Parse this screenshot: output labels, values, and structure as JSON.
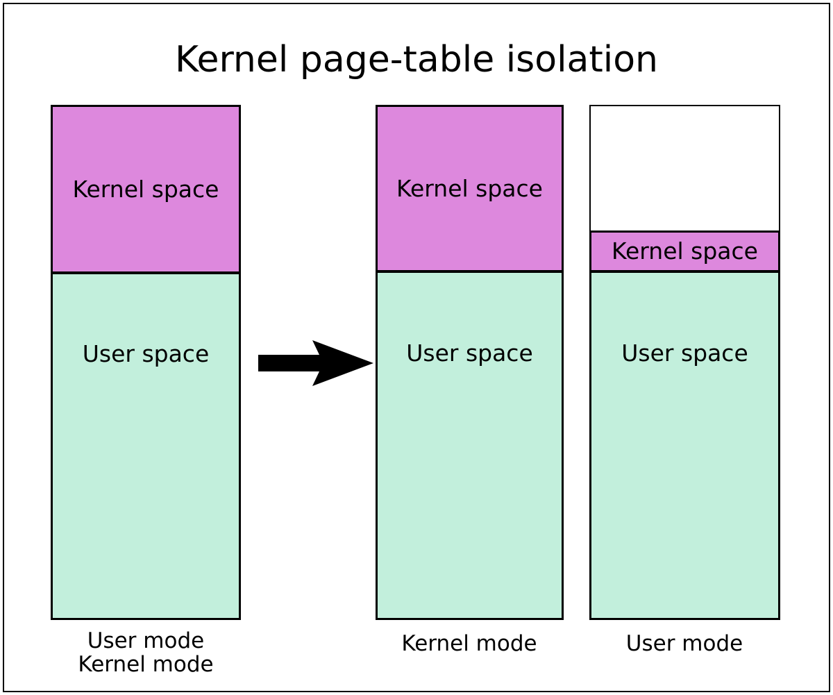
{
  "figure": {
    "title": "Kernel page-table isolation",
    "colors": {
      "kernel_space": "#dd88dd",
      "user_space": "#c2efdc",
      "empty_space": "#ffffff",
      "outline": "#000000"
    }
  },
  "columns": [
    {
      "id": "before",
      "segments": [
        {
          "id": "kernel",
          "label": "Kernel space",
          "kind": "kernel"
        },
        {
          "id": "user",
          "label": "User space",
          "kind": "user"
        }
      ],
      "caption_lines": [
        "User mode",
        "Kernel mode"
      ]
    },
    {
      "id": "after-kernel-mode",
      "segments": [
        {
          "id": "kernel",
          "label": "Kernel space",
          "kind": "kernel"
        },
        {
          "id": "user",
          "label": "User space",
          "kind": "user"
        }
      ],
      "caption_lines": [
        "Kernel mode"
      ]
    },
    {
      "id": "after-user-mode",
      "segments": [
        {
          "id": "empty",
          "label": "",
          "kind": "empty"
        },
        {
          "id": "kernel",
          "label": "Kernel space",
          "kind": "kernel"
        },
        {
          "id": "user",
          "label": "User space",
          "kind": "user"
        }
      ],
      "caption_lines": [
        "User mode"
      ]
    }
  ],
  "arrow": {
    "name": "transition-arrow",
    "direction": "right",
    "color": "#000000"
  }
}
